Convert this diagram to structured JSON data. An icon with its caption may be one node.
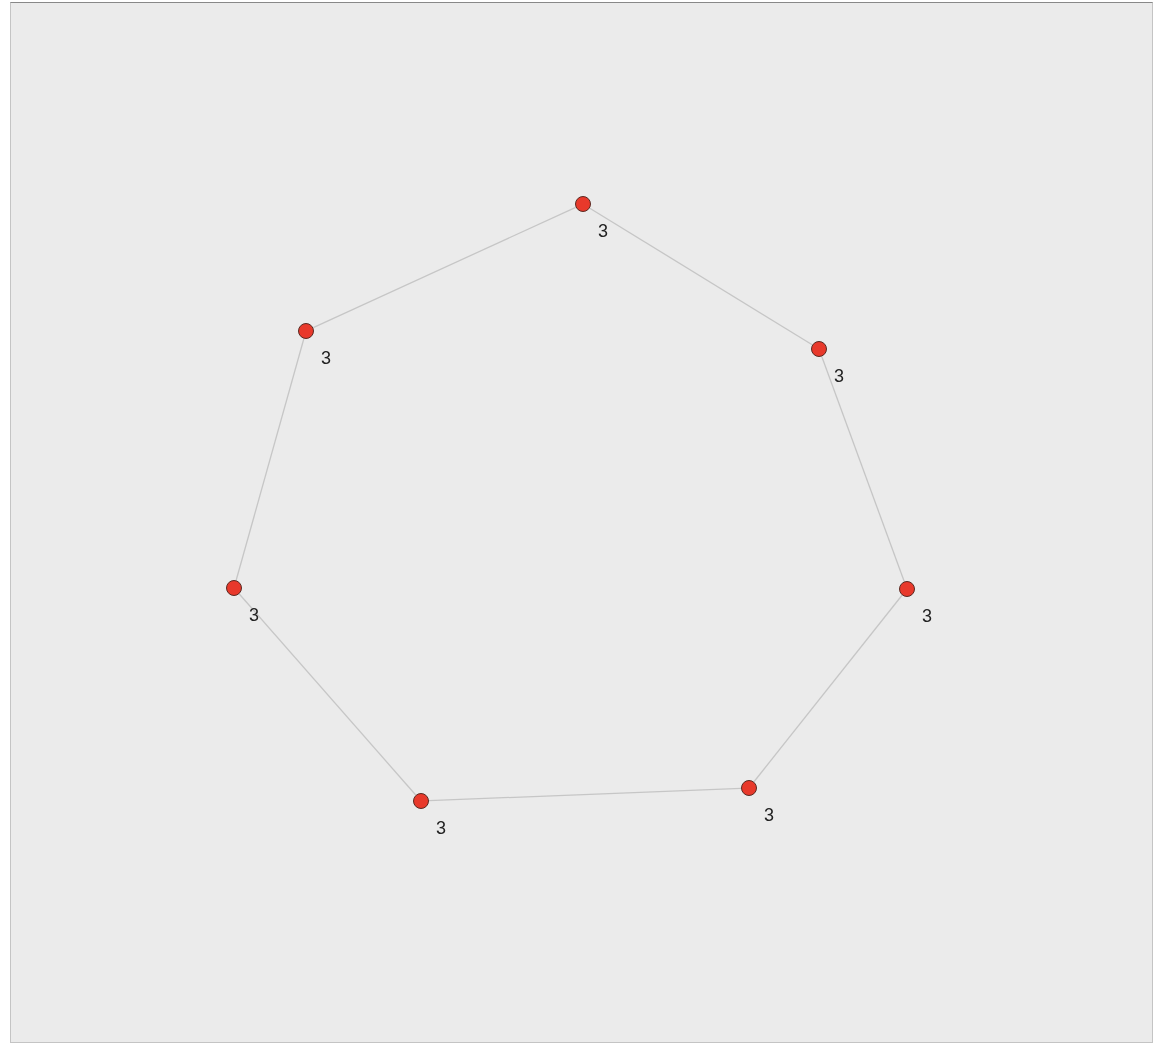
{
  "diagram": {
    "nodes": [
      {
        "text": [],
        "shape": "circle",
        "beside": [
          "3"
        ]
      },
      {
        "text": [],
        "shape": "circle",
        "beside": [
          "3"
        ]
      },
      {
        "text": [],
        "shape": "circle",
        "beside": [
          "3"
        ]
      },
      {
        "text": [],
        "shape": "circle",
        "beside": [
          "3"
        ]
      },
      {
        "text": [],
        "shape": "circle",
        "beside": [
          "3"
        ]
      },
      {
        "text": [],
        "shape": "circle",
        "beside": [
          "3"
        ]
      },
      {
        "text": [],
        "shape": "circle",
        "beside": [
          "3"
        ]
      }
    ],
    "edges": [
      {
        "from": 0,
        "to": 2,
        "arrow": "none"
      },
      {
        "from": 2,
        "to": 4,
        "arrow": "none"
      },
      {
        "from": 4,
        "to": 5,
        "arrow": "none"
      },
      {
        "from": 5,
        "to": 6,
        "arrow": "none"
      },
      {
        "from": 6,
        "to": 3,
        "arrow": "none"
      },
      {
        "from": 3,
        "to": 1,
        "arrow": "none"
      },
      {
        "from": 1,
        "to": 0,
        "arrow": "none"
      }
    ]
  }
}
